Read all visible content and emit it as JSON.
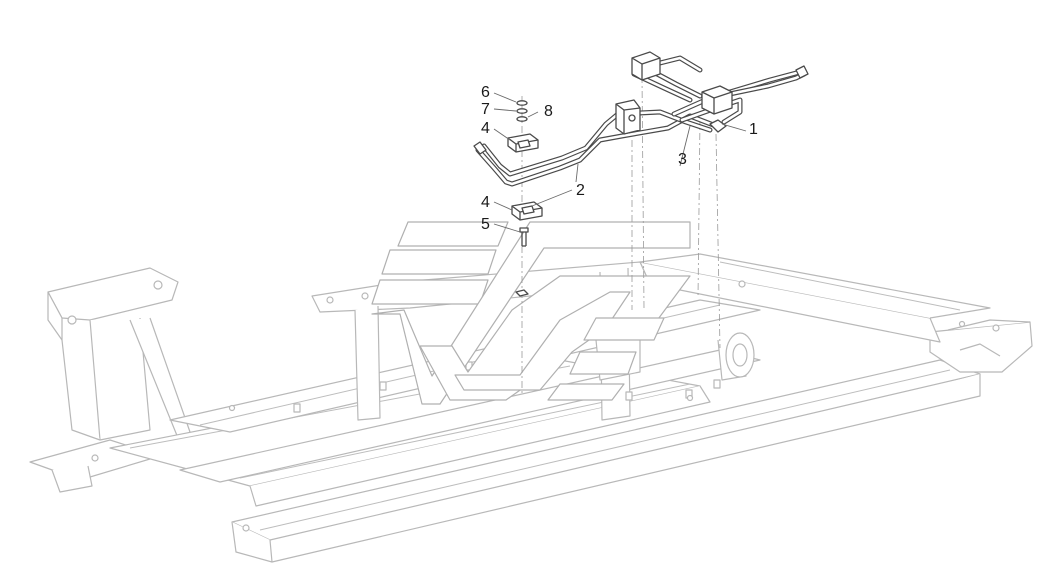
{
  "callouts": {
    "item_1": "1",
    "item_2": "2",
    "item_3": "3",
    "item_4_top": "4",
    "item_4_bottom": "4",
    "item_5": "5",
    "item_6": "6",
    "item_7": "7",
    "item_8": "8"
  },
  "colors": {
    "background": "#ffffff",
    "part_outline": "#4a4a4a",
    "frame_outline": "#b8b8b8",
    "text": "#1a1a1a"
  }
}
